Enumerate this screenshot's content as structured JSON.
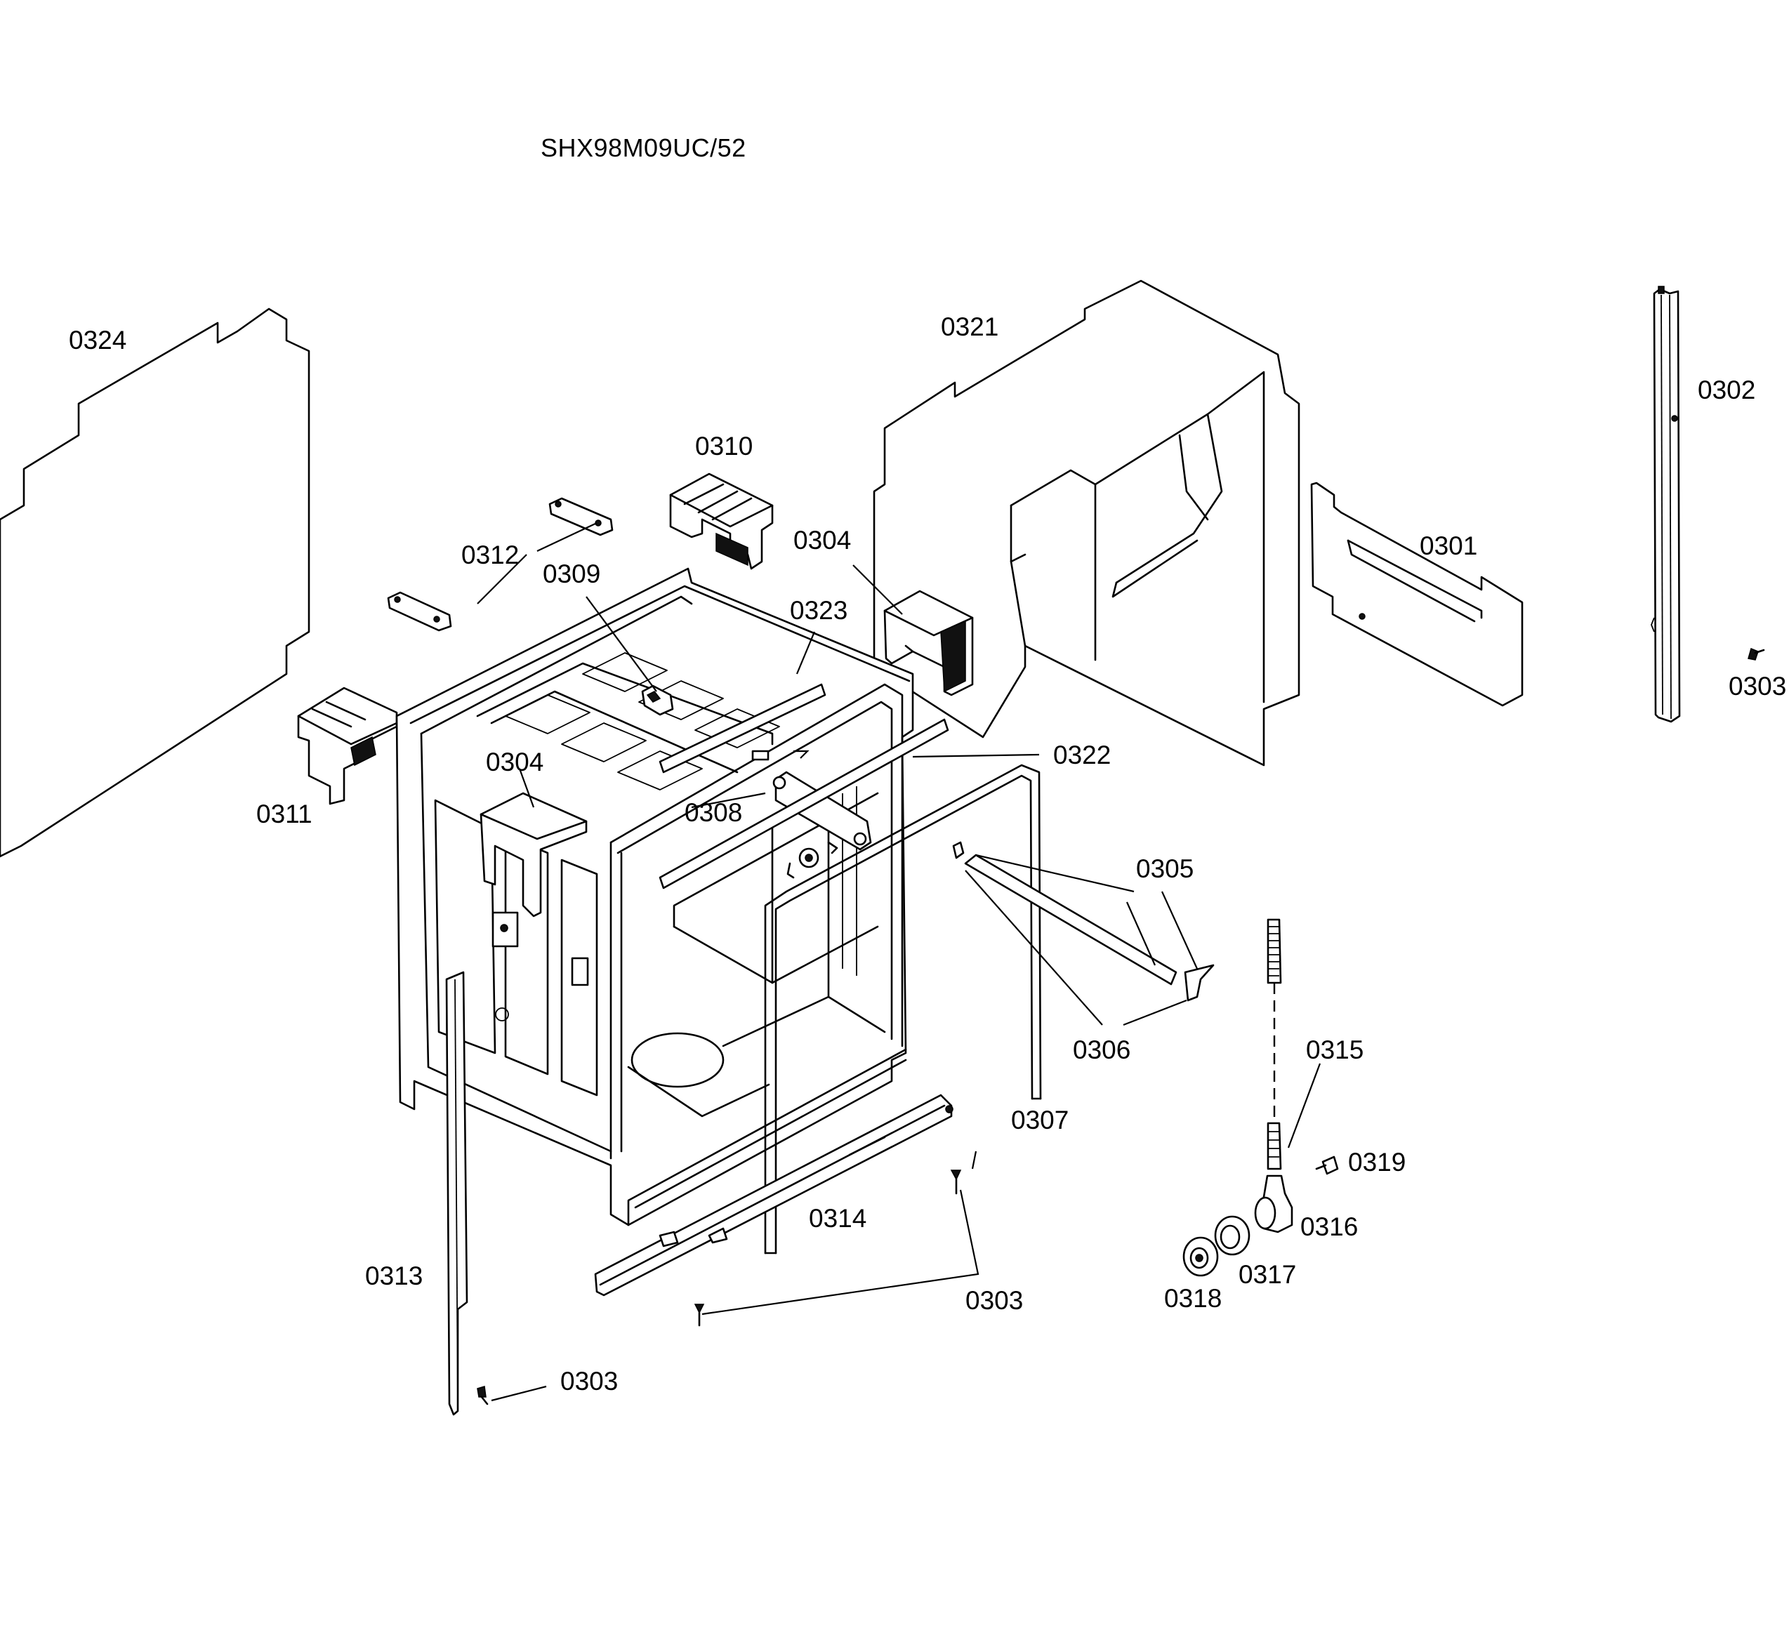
{
  "model": "SHX98M09UC/52",
  "callouts": [
    {
      "id": "0324",
      "label": "0324"
    },
    {
      "id": "0321",
      "label": "0321"
    },
    {
      "id": "0302",
      "label": "0302"
    },
    {
      "id": "0310",
      "label": "0310"
    },
    {
      "id": "0304a",
      "label": "0304"
    },
    {
      "id": "0301",
      "label": "0301"
    },
    {
      "id": "0312",
      "label": "0312"
    },
    {
      "id": "0309",
      "label": "0309"
    },
    {
      "id": "0323",
      "label": "0323"
    },
    {
      "id": "0303a",
      "label": "0303"
    },
    {
      "id": "0322",
      "label": "0322"
    },
    {
      "id": "0304b",
      "label": "0304"
    },
    {
      "id": "0311",
      "label": "0311"
    },
    {
      "id": "0308",
      "label": "0308"
    },
    {
      "id": "0305",
      "label": "0305"
    },
    {
      "id": "0306",
      "label": "0306"
    },
    {
      "id": "0315",
      "label": "0315"
    },
    {
      "id": "0307",
      "label": "0307"
    },
    {
      "id": "0319",
      "label": "0319"
    },
    {
      "id": "0314",
      "label": "0314"
    },
    {
      "id": "0316",
      "label": "0316"
    },
    {
      "id": "0313",
      "label": "0313"
    },
    {
      "id": "0317",
      "label": "0317"
    },
    {
      "id": "0303b",
      "label": "0303"
    },
    {
      "id": "0318",
      "label": "0318"
    },
    {
      "id": "0303c",
      "label": "0303"
    }
  ]
}
